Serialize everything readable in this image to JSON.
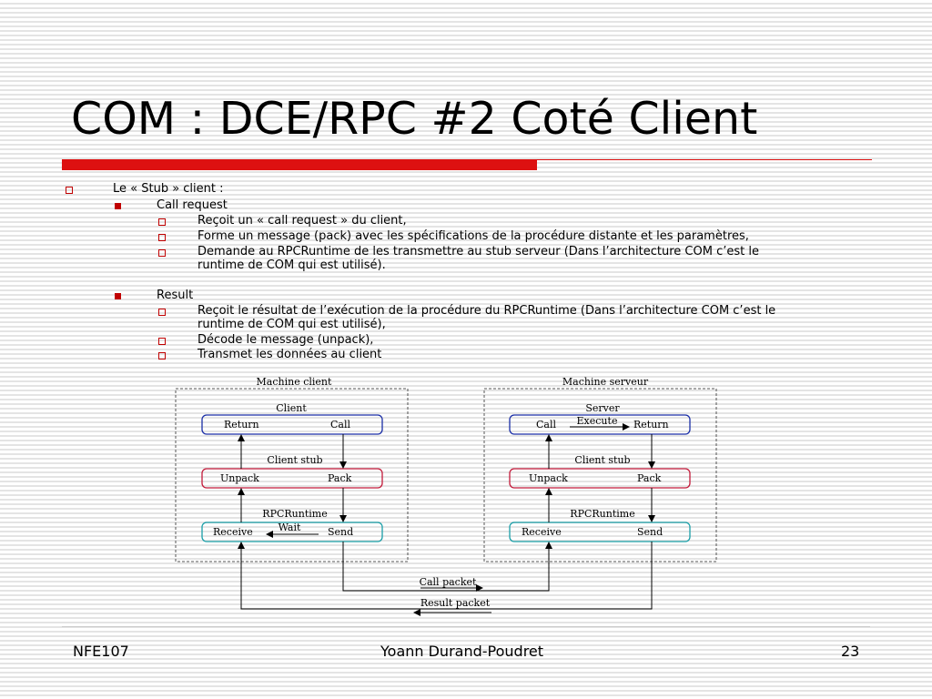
{
  "title": "COM : DCE/RPC #2 Coté Client",
  "bullets": {
    "stub": "Le « Stub » client :",
    "call_request": "Call request",
    "call_items": [
      "Reçoit un « call request » du client,",
      "Forme un message (pack) avec les spécifications de la procédure distante et les paramètres,",
      "Demande au RPCRuntime de les transmettre au stub serveur (Dans l’architecture COM c’est le",
      "runtime de COM qui est utilisé)."
    ],
    "result": "Result",
    "result_items": [
      "Reçoit le résultat de l’exécution de la procédure du RPCRuntime (Dans l’architecture COM c’est le",
      "runtime de COM qui est utilisé),",
      "Décode le message (unpack),",
      "Transmet les données au client"
    ]
  },
  "diagram": {
    "client_machine": "Machine client",
    "server_machine": "Machine serveur",
    "client_layers": {
      "client": "Client",
      "return": "Return",
      "call": "Call",
      "stub": "Client stub",
      "unpack": "Unpack",
      "pack": "Pack",
      "runtime": "RPCRuntime",
      "receive": "Receive",
      "wait": "Wait",
      "send": "Send"
    },
    "server_layers": {
      "server": "Server",
      "call": "Call",
      "execute": "Execute",
      "return": "Return",
      "stub": "Client stub",
      "unpack": "Unpack",
      "pack": "Pack",
      "runtime": "RPCRuntime",
      "receive": "Receive",
      "send": "Send"
    },
    "call_packet": "Call packet",
    "result_packet": "Result packet",
    "colors": {
      "client_box": "#1a2ea6",
      "stub_box": "#c21a3a",
      "runtime_box": "#1a9fa8"
    }
  },
  "footer": {
    "left": "NFE107",
    "center": "Yoann Durand-Poudret",
    "page": "23"
  }
}
